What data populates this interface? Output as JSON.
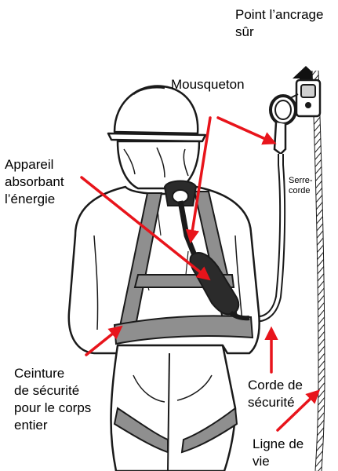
{
  "labels": {
    "anchor_point": "Point l’ancrage\nsûr",
    "carabiner": "Mousqueton",
    "shock_absorber": "Appareil\nabsorbant\nl’énergie",
    "rope_grab": "Serre-\ncorde",
    "harness": "Ceinture\nde sécurité\npour le corps\nentier",
    "lanyard": "Corde de\nsécurité",
    "lifeline": "Ligne de\nvie"
  },
  "colors": {
    "arrow": "#e8141b",
    "outline": "#1a1a1a",
    "strap": "#8f8f8f",
    "absorber": "#2b2b2b",
    "label_text": "#000000"
  },
  "icons": {
    "anchor_arrow": "black-up-arrow",
    "figure": "worker-with-hard-hat"
  }
}
